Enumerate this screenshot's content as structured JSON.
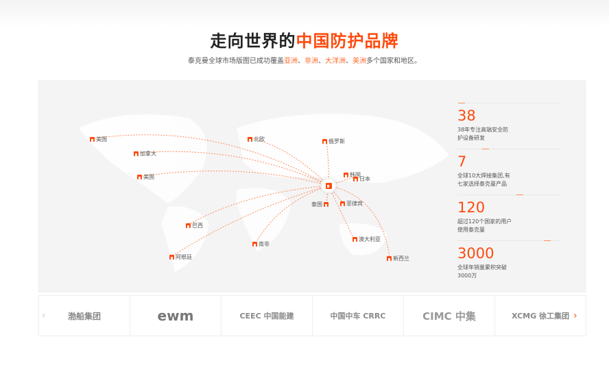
{
  "header": {
    "title_plain": "走向世界的",
    "title_highlight": "中国防护品牌",
    "subtitle_prefix": "泰克曼全球市场版图已成功覆盖",
    "regions": [
      "亚洲",
      "非洲",
      "大洋洲",
      "美洲"
    ],
    "separator": "、",
    "subtitle_suffix": "多个国家和地区。"
  },
  "map": {
    "markers": [
      "美国",
      "加拿大",
      "美国",
      "北欧",
      "俄罗斯",
      "韩国",
      "日本",
      "泰国",
      "菲律宾",
      "巴西",
      "南非",
      "澳大利亚",
      "阿根廷",
      "新西兰"
    ]
  },
  "stats": [
    {
      "number": "38",
      "desc": "38年专注高端安全防护设备研发"
    },
    {
      "number": "7",
      "desc": "全球10大焊接集团,有七家选择泰克曼产品"
    },
    {
      "number": "120",
      "desc": "超过120个国家的用户使用泰克曼"
    },
    {
      "number": "3000",
      "desc": "全球年销量累积突破3000万"
    }
  ],
  "partners": {
    "prev": "‹",
    "next": "›",
    "logos": [
      "渤船集团",
      "ewm",
      "CEEC 中国能建",
      "中国中车 CRRC",
      "CIMC 中集",
      "XCMG 徐工集团"
    ]
  },
  "colors": {
    "accent": "#ff4a0d"
  }
}
